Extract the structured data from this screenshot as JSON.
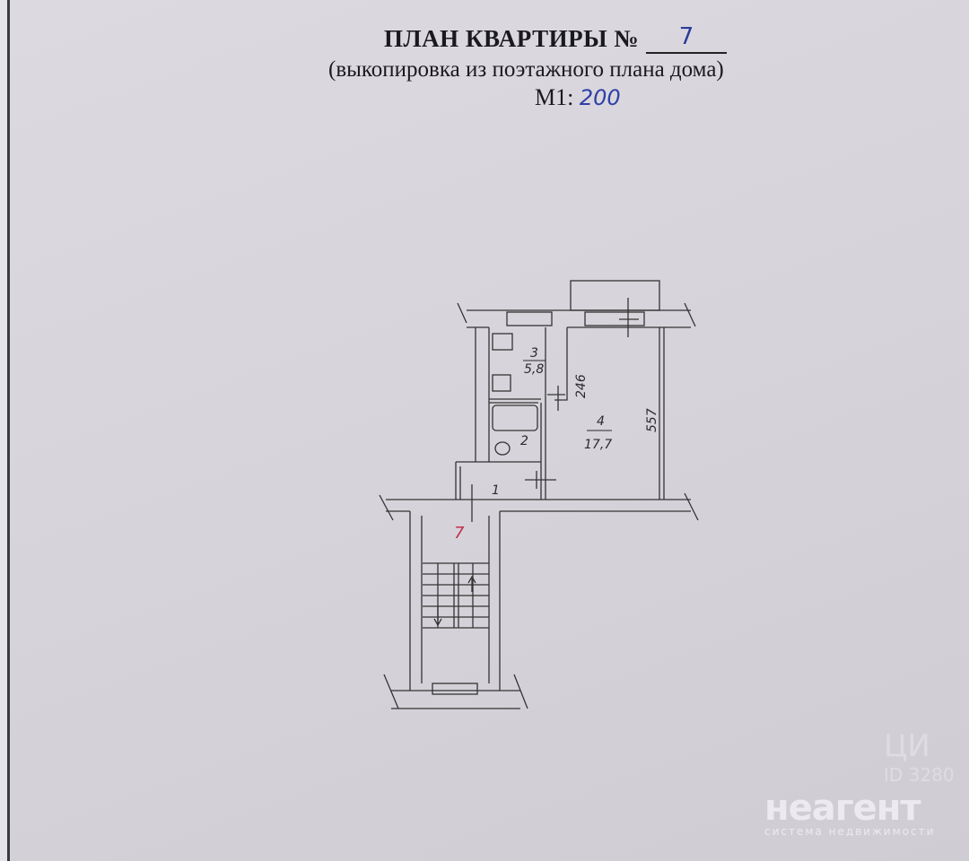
{
  "document": {
    "title": "ПЛАН КВАРТИРЫ №",
    "apartment_number": "7",
    "subtitle": "(выкопировка из поэтажного плана дома)",
    "scale_label": "М1:",
    "scale_value": "200"
  },
  "plan": {
    "rooms": [
      {
        "number": "1",
        "area": ""
      },
      {
        "number": "2",
        "area": ""
      },
      {
        "number": "3",
        "area": "5,8"
      },
      {
        "number": "4",
        "area": "17,7"
      }
    ],
    "dimensions": [
      "246",
      "557"
    ],
    "stair_label": "7"
  },
  "watermark": {
    "brand": "неагент",
    "tagline": "система недвижимости",
    "partner": "ЦИ",
    "id_text": "ID 3280"
  }
}
